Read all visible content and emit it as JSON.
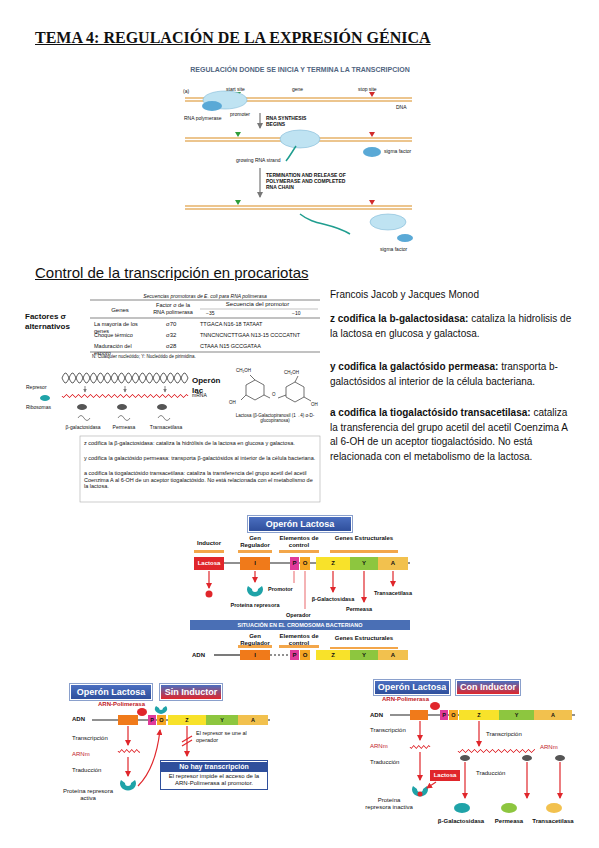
{
  "diagram": {
    "title": "TEMA 4: REGULACIÓN DE LA EXPRESIÓN GÉNICA",
    "nodes": [
      {
        "text": [
          "Operón Lactosa"
        ]
      },
      {
        "text": [
          "Lactosa"
        ]
      },
      {
        "text": [
          "I"
        ]
      },
      {
        "text": [
          "P"
        ]
      },
      {
        "text": [
          "O"
        ]
      },
      {
        "text": [
          "Z"
        ]
      },
      {
        "text": [
          "Y"
        ]
      },
      {
        "text": [
          "A"
        ]
      },
      {
        "text": [
          "SITUACIÓN EN EL CROMOSOMA BACTERIANO"
        ]
      },
      {
        "text": [
          "I"
        ]
      },
      {
        "text": [
          "P"
        ]
      },
      {
        "text": [
          "O"
        ]
      },
      {
        "text": [
          "Z"
        ]
      },
      {
        "text": [
          "Y"
        ]
      },
      {
        "text": [
          "A"
        ]
      },
      {
        "text": [
          "Operón Lactosa"
        ]
      },
      {
        "text": [
          "Sin Inductor"
        ]
      },
      {
        "text": [
          "P"
        ]
      },
      {
        "text": [
          "O"
        ]
      },
      {
        "text": [
          "Z"
        ]
      },
      {
        "text": [
          "Y"
        ]
      },
      {
        "text": [
          "A"
        ]
      },
      {
        "text": [
          "No hay transcripción",
          "El represor impide el acceso de la ARN-Polimerasa al promotor."
        ]
      },
      {
        "text": [
          "Operón Lactosa"
        ]
      },
      {
        "text": [
          "Con Inductor"
        ]
      },
      {
        "text": [
          "P"
        ]
      },
      {
        "text": [
          "O"
        ]
      },
      {
        "text": [
          "Z"
        ]
      },
      {
        "text": [
          "Y"
        ]
      },
      {
        "text": [
          "A"
        ]
      },
      {
        "text": [
          "Lactosa"
        ]
      }
    ],
    "labels": [
      "REGULACIÓN DONDE SE INICIA Y TERMINA LA TRANSCRIPCION",
      "(a)",
      "start site",
      "gene",
      "stop site",
      "DNA",
      "RNA polymerase",
      "promoter",
      "RNA SYNTHESIS BEGINS",
      "sigma factor",
      "growing RNA strand",
      "TERMINATION AND RELEASE OF POLYMERASE AND COMPLETED RNA CHAIN",
      "sigma factor",
      "Control de la transcripción en procariotas",
      "Secuencias promotoras de E. coli para RNA polimerasa",
      "Genes",
      "Factor σ de la RNA polimerasa",
      "Secuencia del promotor",
      "−35",
      "−10",
      "La mayoría de los genes",
      "σ70",
      "TTGACA N16-18 TATAAT",
      "Choque térmico",
      "σ32",
      "TNNCNCNCTTGAA N13-15 CCCCATNT",
      "Maduración del esporo",
      "σ28",
      "CTAAA N15 GCCGATAA",
      "N: Cualquier nucleótido; Y: Nucleótido de pirimidina.",
      "Factores σ alternativos",
      "Operón lac",
      "Lactosa (β-Galactopiranosil (1→4) α-D-glucopiranosa)",
      "mRNA",
      "Ribosomas",
      "β-galactosidasa",
      "Permeasa",
      "Transacetilasa",
      "Represor",
      "z codifica la β-galactosidasa: cataliza la hidrólisis de la lactosa en glucosa y galactosa.",
      "y codifica la galactósido permeasa: transporta β-galactósidos al interior de la célula bacteriana.",
      "a codifica la tiogalactósido transacetilasa: cataliza la transferencia del grupo acetil del acetil Coenzima A al 6-OH de un aceptor tiogalactósido. No está relacionada con el metabolismo de la lactosa.",
      "Francois Jacob y Jacques Monod",
      "z codifica la b-galactosidasa:",
      "cataliza la hidrolisis de la lactosa en glucosa y galactosa.",
      "y codifica la galactósido permeasa:",
      "transporta b-galactósidos al interior de la célula bacteriana.",
      "a codifica la tiogalactósido transacetilasa:",
      "cataliza la transferencia del grupo acetil del acetil Coenzima A al 6-OH de un aceptor tiogalactósido. No está relacionada con el metabolismo de la lactosa.",
      "Inductor",
      "Gen Regulador",
      "Elementos de control",
      "Genes Estructurales",
      "Proteína represora",
      "Promotor",
      "Operador",
      "β-Galactosidasa",
      "Permeasa",
      "Transacetilasa",
      "Gen Regulador",
      "Elementos de control",
      "Genes Estructurales",
      "ADN",
      "ARN-Polimerasa",
      "ADN",
      "Transcripción",
      "ARNm",
      "Traducción",
      "Proteína represora activa",
      "El represor se une al operador",
      "ARN-Polimerasa",
      "ADN",
      "Transcripción",
      "ARNm",
      "Traducción",
      "Proteína represora inactiva",
      "Transcripción",
      "ARNm",
      "Traducción",
      "β-Galactosidasa",
      "Permeasa",
      "Transacetilasa",
      "CH₂OH",
      "CH₂OH",
      "O",
      "OH",
      "OH"
    ]
  }
}
